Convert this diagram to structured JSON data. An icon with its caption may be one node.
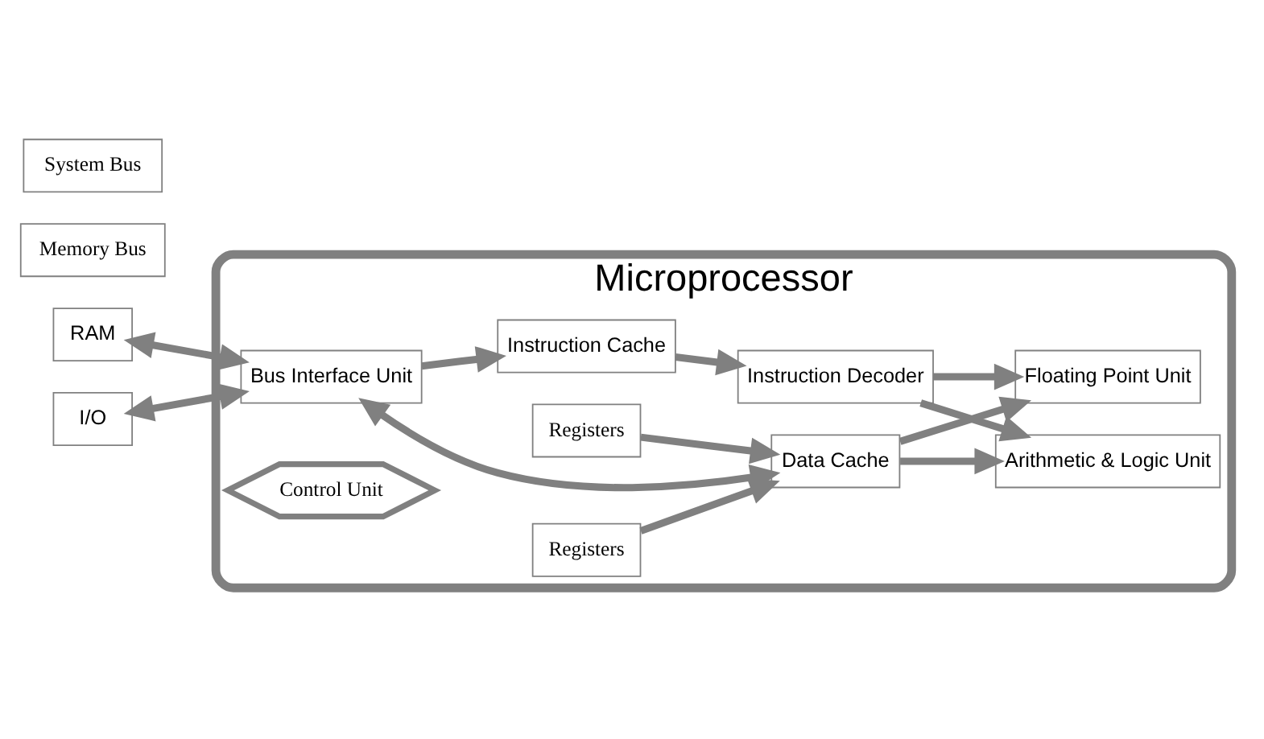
{
  "diagram": {
    "nodes": [
      {
        "text": [
          "Microprocessor"
        ]
      },
      {
        "text": [
          "Memory Bus"
        ]
      },
      {
        "text": [
          "RAM"
        ]
      },
      {
        "text": [
          "I/O"
        ]
      },
      {
        "text": [
          "System Bus"
        ]
      },
      {
        "text": [
          "Bus Interface Unit"
        ],
        "in": 0
      },
      {
        "text": [
          "Data Cache"
        ],
        "in": 0
      },
      {
        "text": [
          "Control Unit"
        ],
        "in": 0
      },
      {
        "text": [
          "Instruction Decoder"
        ],
        "in": 0
      },
      {
        "text": [
          "Instruction Cache"
        ],
        "in": 0
      },
      {
        "text": [
          "Arithmetic & Logic Unit"
        ],
        "in": 0
      },
      {
        "text": [
          "Registers"
        ],
        "in": 0
      },
      {
        "text": [
          "Floating Point Unit"
        ],
        "in": 0
      },
      {
        "text": [
          "Registers"
        ],
        "in": 0
      }
    ],
    "edges": [
      {
        "from": 2,
        "to": 5,
        "arrow": "both"
      },
      {
        "from": 3,
        "to": 5,
        "arrow": "both"
      },
      {
        "from": 5,
        "to": 6,
        "arrow": "both"
      },
      {
        "from": 5,
        "to": 9,
        "arrow": "to"
      },
      {
        "from": 9,
        "to": 8,
        "arrow": "to"
      },
      {
        "from": 8,
        "to": 10,
        "arrow": "to"
      },
      {
        "from": 8,
        "to": 12,
        "arrow": "to"
      },
      {
        "from": 11,
        "to": 6,
        "arrow": "to"
      },
      {
        "from": 13,
        "to": 6,
        "arrow": "to"
      },
      {
        "from": 6,
        "to": 10,
        "arrow": "to"
      },
      {
        "from": 6,
        "to": 12,
        "arrow": "to"
      }
    ]
  }
}
